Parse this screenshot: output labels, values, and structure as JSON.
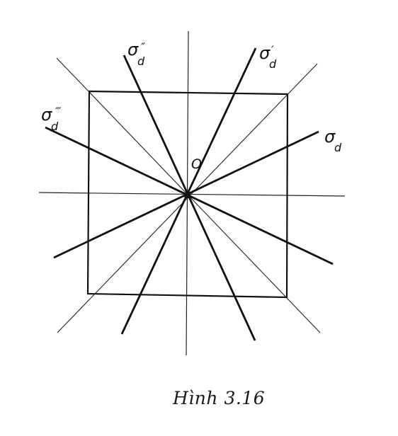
{
  "figure": {
    "origin_label": "O",
    "line_labels": [
      {
        "base": "σ",
        "subscript": "d",
        "prime": ""
      },
      {
        "base": "σ",
        "subscript": "d",
        "prime": "′"
      },
      {
        "base": "σ",
        "subscript": "d",
        "prime": "″"
      },
      {
        "base": "σ",
        "subscript": "d",
        "prime": "‴"
      }
    ],
    "caption": "Hình 3.16"
  },
  "colors": {
    "ink": "#111111",
    "background": "#ffffff"
  }
}
